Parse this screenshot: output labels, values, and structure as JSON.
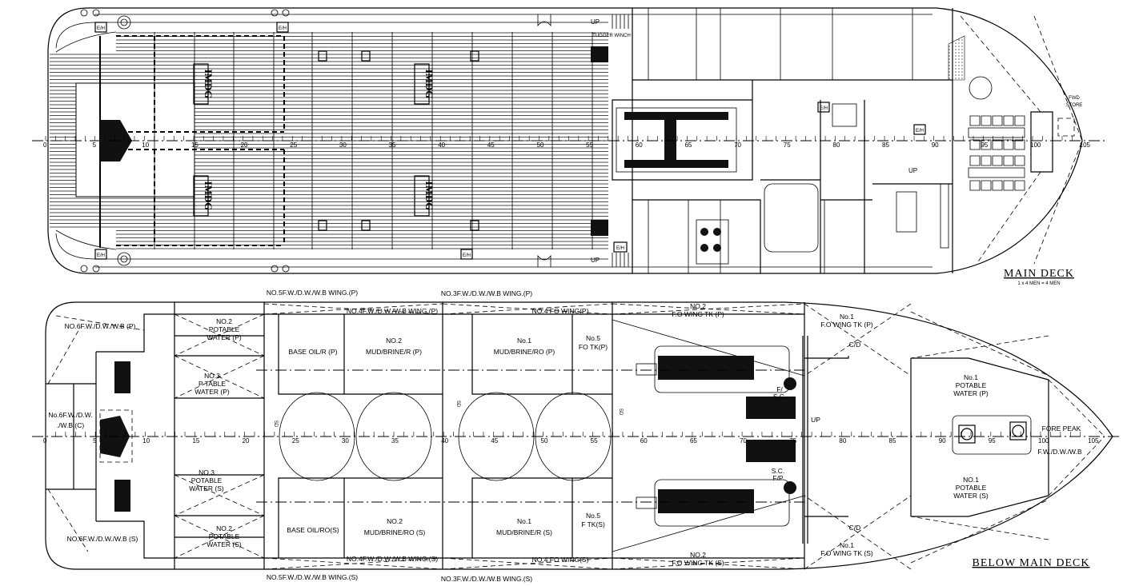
{
  "colors": {
    "line": "#000000",
    "background": "#ffffff"
  },
  "frames": [
    "0",
    "5",
    "10",
    "15",
    "20",
    "25",
    "30",
    "35",
    "40",
    "45",
    "50",
    "55",
    "60",
    "65",
    "70",
    "75",
    "80",
    "85",
    "90",
    "95",
    "100",
    "105"
  ],
  "main_deck": {
    "title": "MAIN DECK",
    "subtitle": "1 x 4 MEN = 4 MEN",
    "imdg": "IMDG",
    "eh": "E/H",
    "up": "UP",
    "tugger_winch": "TUGGER WINCH",
    "fwd_store": [
      "FWD",
      "STORE"
    ]
  },
  "below_main_deck": {
    "title": "BELOW MAIN DECK",
    "tanks": {
      "no5_wing_p": "NO.5F.W./D.W./W.B WING.(P)",
      "no3_wing_p": "NO.3F.W./D.W./W.B WING.(P)",
      "no6_p": "NO.6F.W./D.W./W.B (P)",
      "no2_potable_p": [
        "NO.2",
        "POTABLE",
        "WATER (P)"
      ],
      "no4_wing_p": "NO.4F.W./D.W./W.B WING.(P)",
      "no4_fo_wing_p": "NO.4 FO WING(P)",
      "no2_fo_wing_p": [
        "NO.2",
        "F.O WING TK (P)"
      ],
      "no1_fo_wing_p": [
        "No.1",
        "F.O WING TK (P)"
      ],
      "base_oil_p": "BASE OIL/R (P)",
      "no2_mud_p": [
        "NO.2",
        "MUD/BRINE/R (P)"
      ],
      "no1_mud_p": [
        "No.1",
        "MUD/BRINE/RO (P)"
      ],
      "no5_fo_p": [
        "No.5",
        "FO TK(P)"
      ],
      "no3_potable_p": [
        "NO.3",
        "P TABLE",
        "WATER (P)"
      ],
      "no6_c": [
        "No.6F.W./D.W.",
        "./W.B (C)"
      ],
      "fsc": [
        "F/",
        "S.C."
      ],
      "scfp": [
        "S.C.",
        "F/P"
      ],
      "cd": "C/D",
      "no1_potable_p": [
        "No.1",
        "POTABLE",
        "WATER (P)"
      ],
      "fore_peak": [
        "FORE PEAK",
        "F.W./D.W./W.B"
      ],
      "up": "UP",
      "sd": "SD",
      "no3_potable_s": [
        "NO.3",
        "POTABLE",
        "WATER (S)"
      ],
      "no1_potable_s": [
        "NO.1",
        "POTABLE",
        "WATER (S)"
      ],
      "no2_potable_s": [
        "NO.2",
        "POTABLE",
        "WATER (S)"
      ],
      "no6_s": "NO.6F.W./D.W./W.B (S)",
      "base_oil_s": "BASE OIL/RO(S)",
      "no2_mud_s": [
        "NO.2",
        "MUD/BRINE/RO (S)"
      ],
      "no1_mud_s": [
        "No.1",
        "MUD/BRINE/R (S)"
      ],
      "no5_f_s": [
        "No.5",
        "F TK(S)"
      ],
      "no4_wing_s": "NO.4F.W./D.W./W.B WING.(S)",
      "no4_fo_wing_s": "NO.4 FO WING(S)",
      "no2_fo_wing_s": [
        "NO.2",
        "F.O WING TK (S)"
      ],
      "no1_fo_wing_s": [
        "No.1",
        "F.O WING TK (S)"
      ],
      "no5_wing_s": "NO.5F.W./D.W./W.B WING.(S)",
      "no3_wing_s": "NO.3F.W./D.W./W.B WING.(S)"
    }
  }
}
